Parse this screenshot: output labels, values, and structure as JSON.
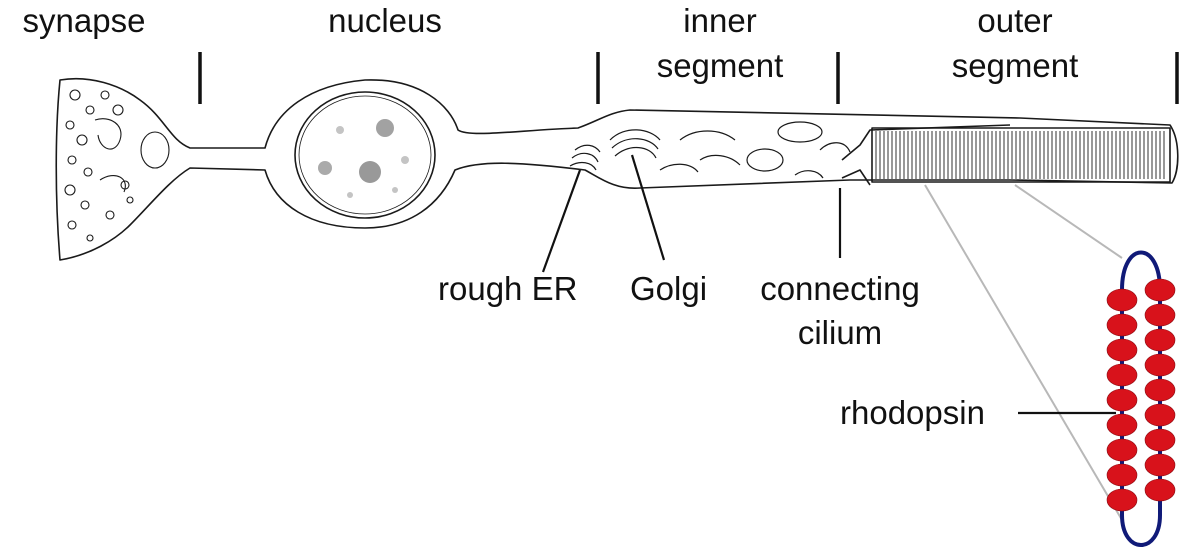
{
  "labels": {
    "synapse": "synapse",
    "nucleus": "nucleus",
    "inner_segment": [
      "inner",
      "segment"
    ],
    "outer_segment": [
      "outer",
      "segment"
    ],
    "rough_er": "rough ER",
    "golgi": "Golgi",
    "connecting_cilium": [
      "connecting",
      "cilium"
    ],
    "rhodopsin": "rhodopsin"
  },
  "colors": {
    "outline": "#1a1a1a",
    "rhodopsin_fill": "#d8121b",
    "rhodopsin_loop": "#101a78",
    "zoom_lines": "#b8b8b8"
  },
  "icons": {
    "cell": "photoreceptor-rod-cell",
    "rhodopsin": "rhodopsin-disc-stack"
  }
}
